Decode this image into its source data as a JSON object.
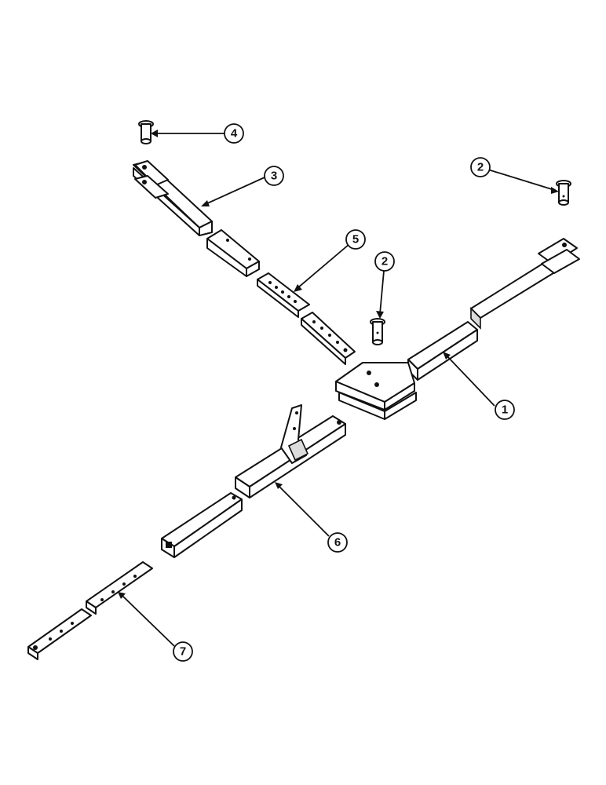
{
  "callouts": [
    {
      "id": "c1",
      "label": "1"
    },
    {
      "id": "c2a",
      "label": "2"
    },
    {
      "id": "c2b",
      "label": "2"
    },
    {
      "id": "c3",
      "label": "3"
    },
    {
      "id": "c4",
      "label": "4"
    },
    {
      "id": "c5",
      "label": "5"
    },
    {
      "id": "c6",
      "label": "6"
    },
    {
      "id": "c7",
      "label": "7"
    }
  ],
  "colors": {
    "ink": "#111111",
    "paper": "#ffffff",
    "shade": "#dcdcdc"
  }
}
